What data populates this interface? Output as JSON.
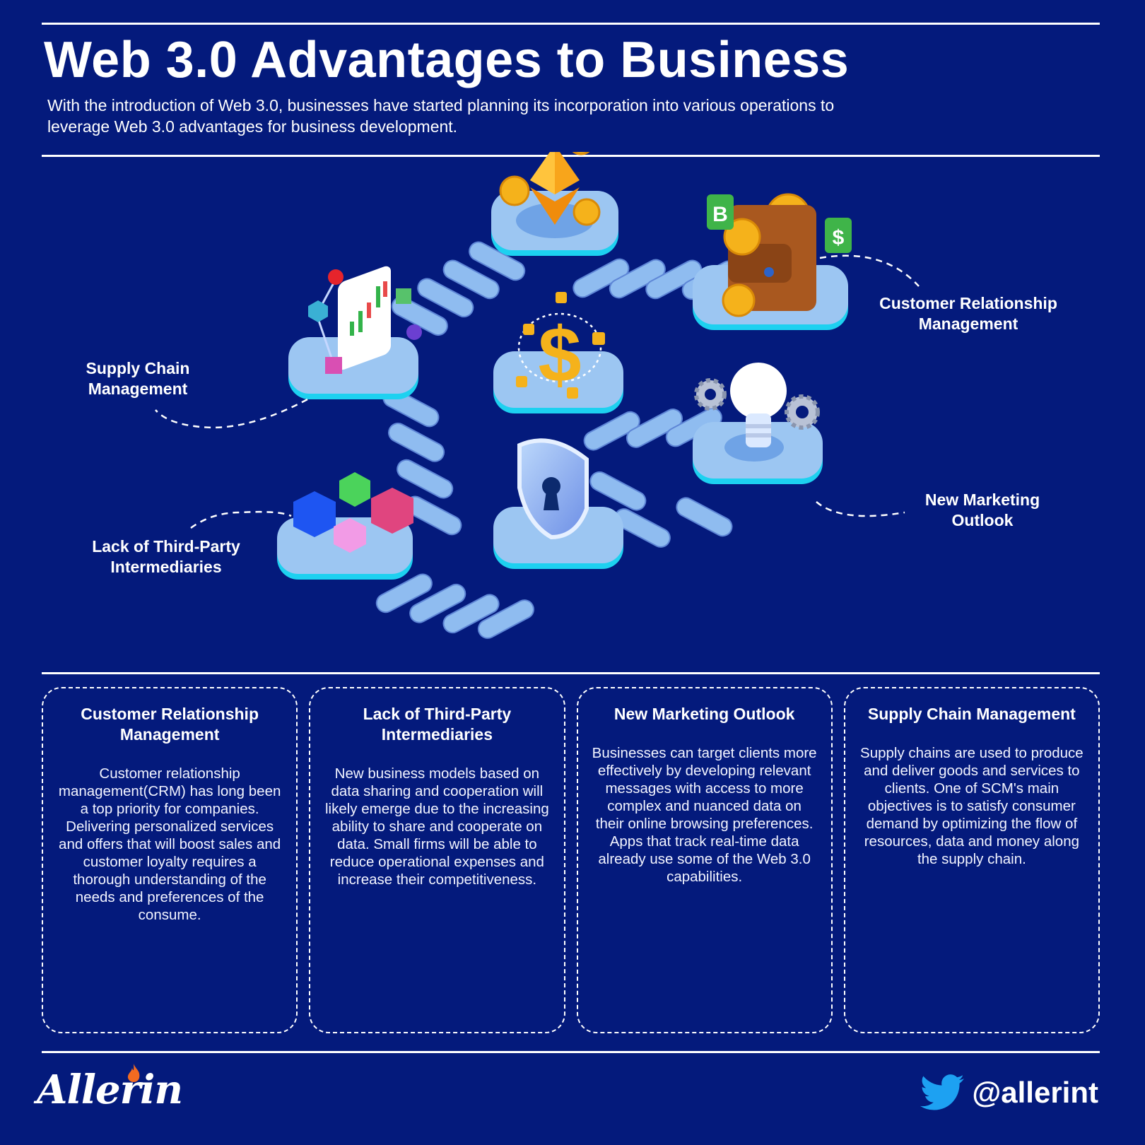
{
  "header": {
    "title": "Web 3.0 Advantages to Business",
    "subtitle": "With the introduction of Web 3.0, businesses have started planning its incorporation into various operations to leverage Web 3.0 advantages for business development."
  },
  "illustration": {
    "callouts": {
      "crm": "Customer Relationship Management",
      "supply_chain": "Supply Chain Management",
      "third_party": "Lack of Third-Party Intermediaries",
      "marketing": "New Marketing Outlook"
    },
    "icons": [
      "ethereum-coin-icon",
      "wallet-icon",
      "dollar-lock-icon",
      "candlestick-chart-icon",
      "lightbulb-gears-icon",
      "shield-keyhole-icon",
      "blocks-icon"
    ],
    "colors": {
      "platform": "#9cc6f2",
      "platform_edge": "#1dd1f0",
      "path": "#9cc6f2",
      "coin": "#f5b21b"
    }
  },
  "cards": [
    {
      "title": "Customer Relationship Management",
      "body": "Customer relationship management(CRM) has long been a top priority for companies. Delivering personalized services and offers that will boost sales and customer loyalty requires a thorough understanding of the needs and preferences of the consume."
    },
    {
      "title": "Lack of Third-Party Intermediaries",
      "body": "New business models based on data sharing and cooperation will likely emerge due to the increasing ability to share and cooperate on data. Small firms will be able to reduce operational expenses and increase their competitiveness."
    },
    {
      "title": "New Marketing Outlook",
      "body": "Businesses can target clients more effectively by developing relevant messages with access to more complex and nuanced data on their online browsing preferences. Apps that track real-time data already use some of the Web 3.0 capabilities."
    },
    {
      "title": "Supply Chain Management",
      "body": "Supply chains are used to produce and deliver goods and services to clients. One of SCM's main objectives is to satisfy consumer demand by optimizing the flow of resources, data and money along the supply chain."
    }
  ],
  "footer": {
    "logo_text": "Allerin",
    "handle": "@allerint"
  },
  "colors": {
    "background": "#041a7c",
    "text": "#ffffff"
  }
}
